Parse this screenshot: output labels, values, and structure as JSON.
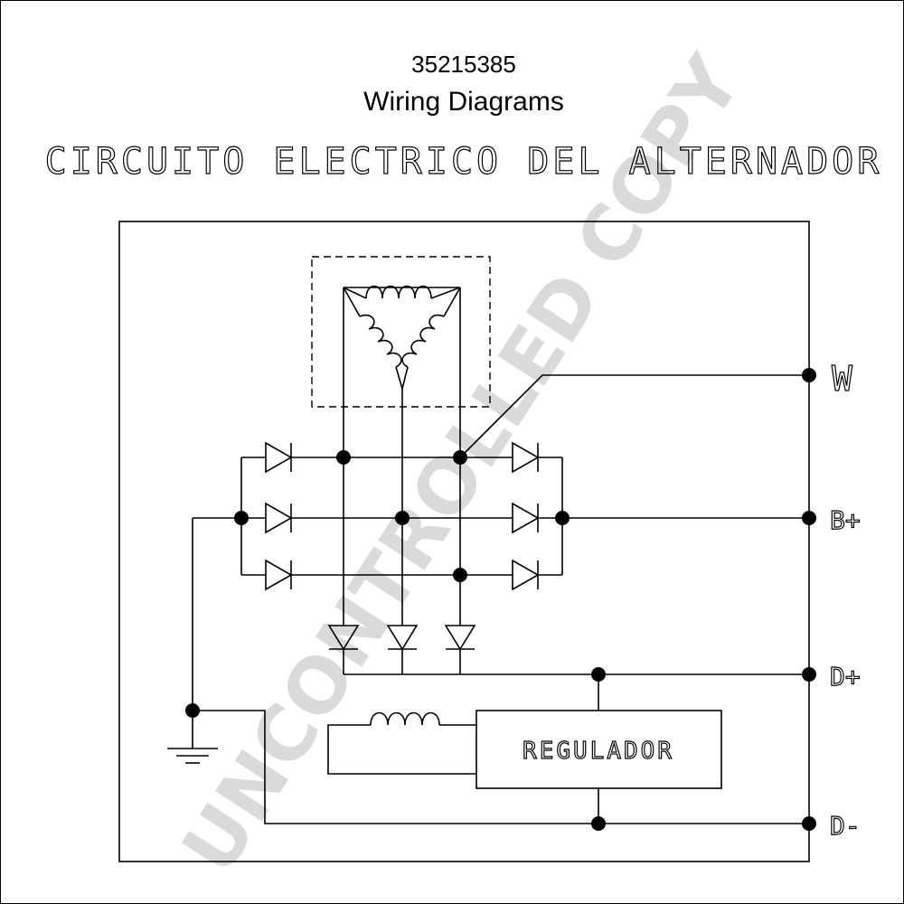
{
  "header": {
    "part_number": "35215385",
    "subtitle": "Wiring Diagrams",
    "diagram_title": "CIRCUITO ELECTRICO DEL ALTERNADOR"
  },
  "terminals": {
    "w": "W",
    "b_plus": "B+",
    "d_plus": "D+",
    "d_minus": "D-"
  },
  "components": {
    "regulator_label": "REGULADOR"
  },
  "watermark": "UNCONTROLLED COPY"
}
